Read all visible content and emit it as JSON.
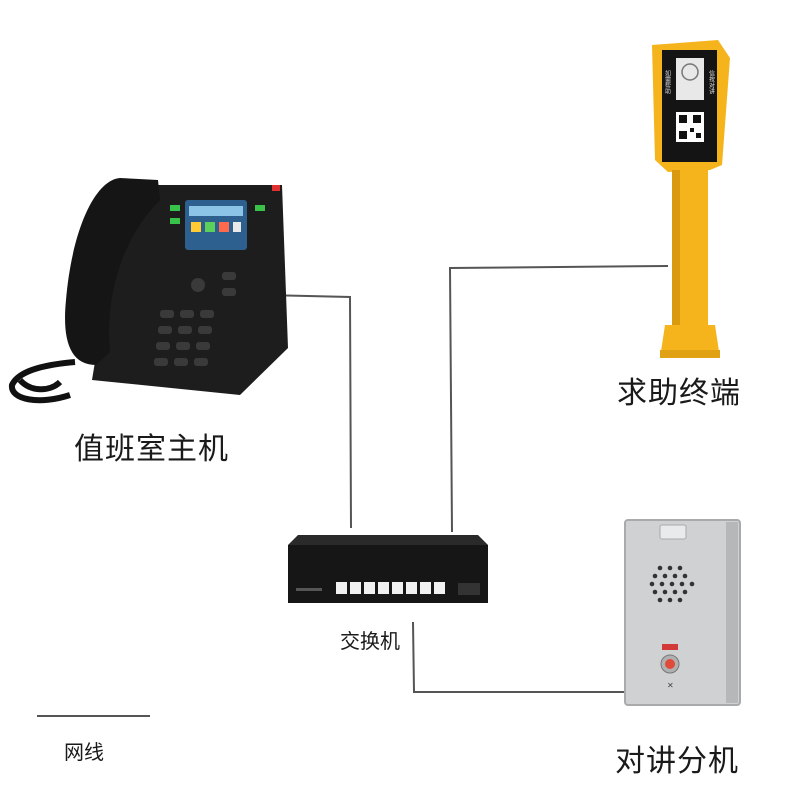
{
  "labels": {
    "phone": "值班室主机",
    "help_terminal": "求助终端",
    "switch": "交换机",
    "intercom": "对讲分机",
    "legend_line": "网线"
  },
  "post_sign": {
    "left_text": "如需帮助",
    "right_text": "信按对讲"
  },
  "colors": {
    "line": "#555555",
    "post_yellow": "#f5b41c",
    "device_black": "#1c1c1c",
    "panel_steel": "#c9cbcd"
  }
}
